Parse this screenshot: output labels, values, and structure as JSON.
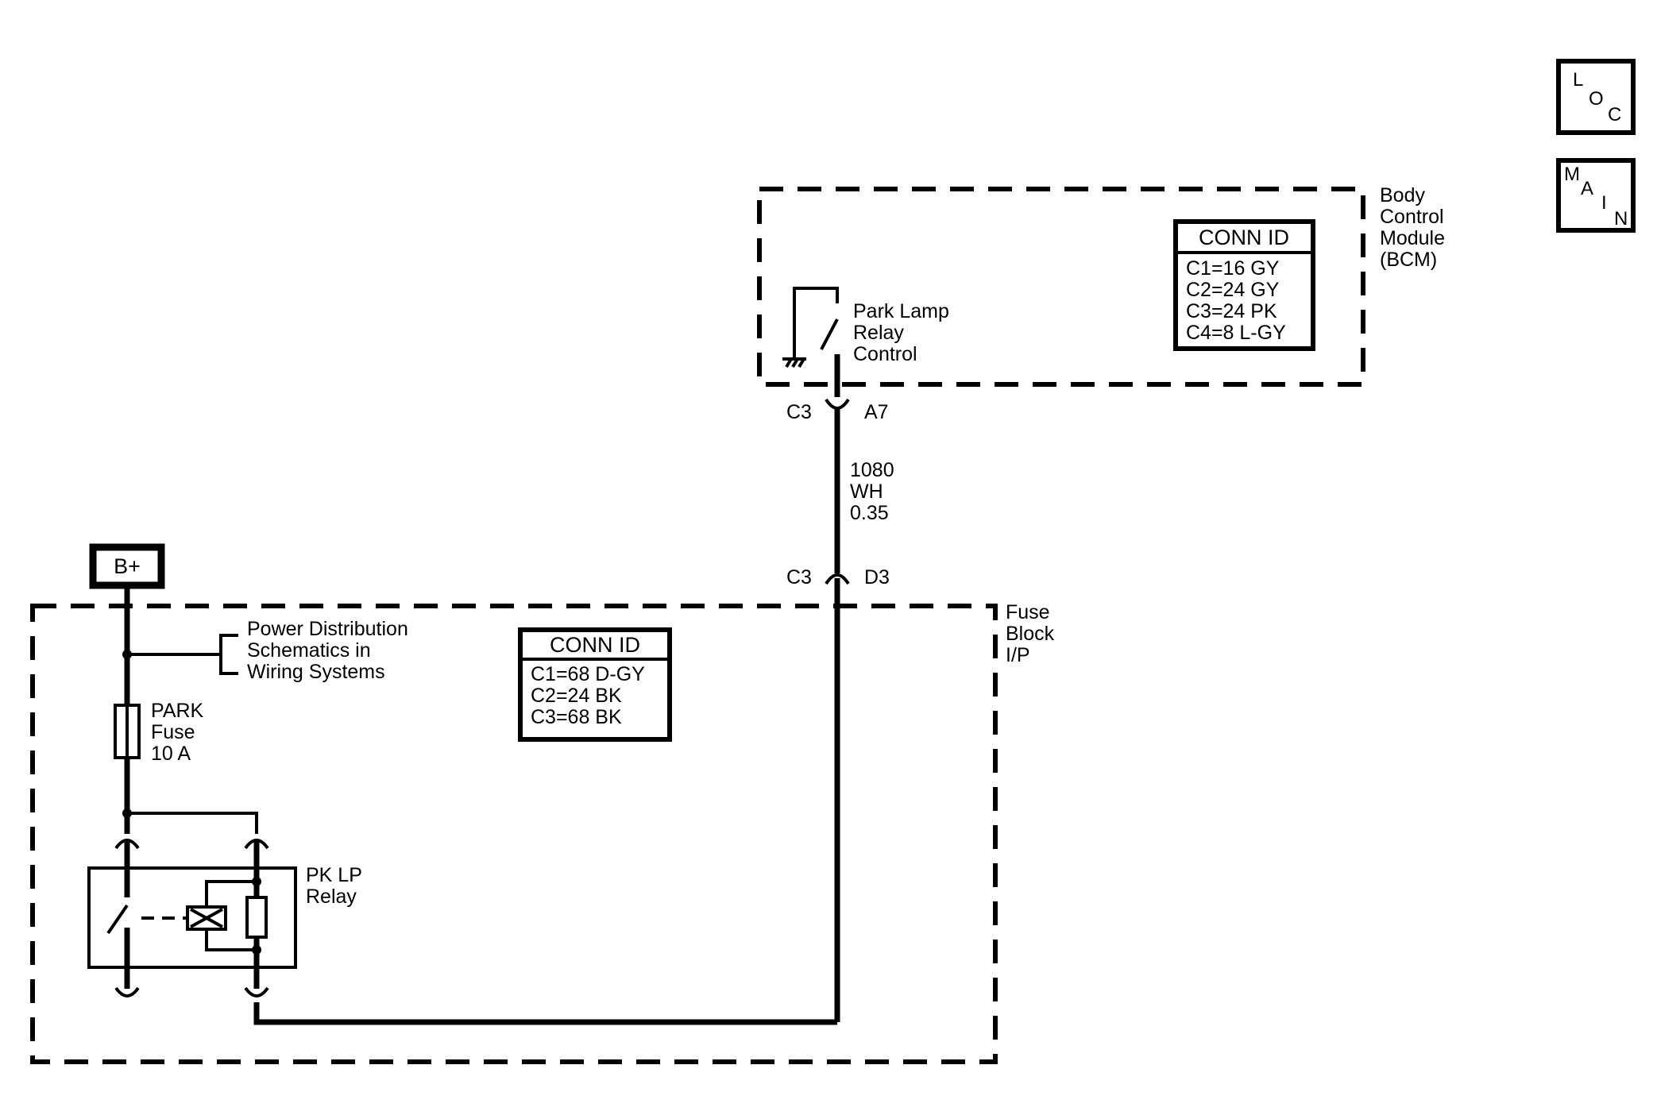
{
  "nav_buttons": {
    "loc": [
      "L",
      "O",
      "C"
    ],
    "main": [
      "M",
      "A",
      "I",
      "N"
    ]
  },
  "bcm": {
    "label_lines": [
      "Body",
      "Control",
      "Module",
      "(BCM)"
    ],
    "conn_id_title": "CONN ID",
    "conn_id_lines": [
      "C1=16 GY",
      "C2=24 GY",
      "C3=24 PK",
      "C4=8 L-GY"
    ],
    "switch_label_lines": [
      "Park Lamp",
      "Relay",
      "Control"
    ]
  },
  "connector_top": {
    "left": "C3",
    "right": "A7"
  },
  "wire_info": [
    "1080",
    "WH",
    "0.35"
  ],
  "connector_bottom": {
    "left": "C3",
    "right": "D3"
  },
  "battery": "B+",
  "fuse_block": {
    "label_lines": [
      "Fuse",
      "Block",
      "I/P"
    ],
    "conn_id_title": "CONN ID",
    "conn_id_lines": [
      "C1=68 D-GY",
      "C2=24 BK",
      "C3=68 BK"
    ],
    "power_dist_lines": [
      "Power Distribution",
      "Schematics in",
      "Wiring Systems"
    ],
    "fuse_lines": [
      "PARK",
      "Fuse",
      "10 A"
    ],
    "relay_lines": [
      "PK LP",
      "Relay"
    ]
  }
}
